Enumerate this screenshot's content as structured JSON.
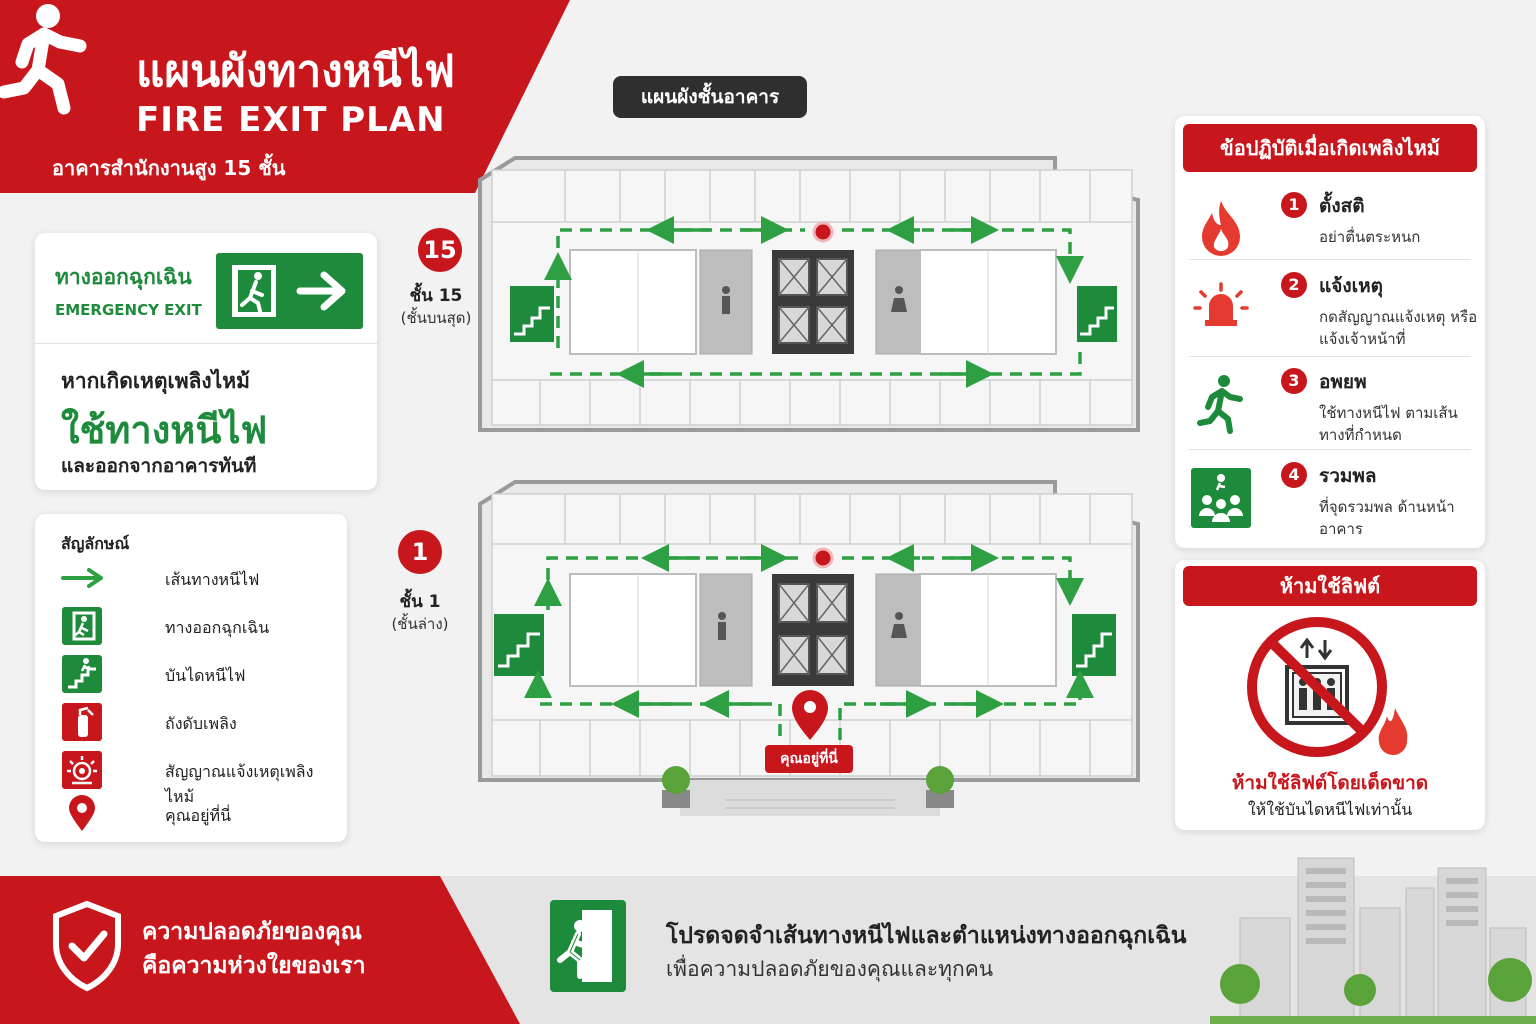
{
  "header": {
    "title_th": "แผนผังทางหนีไฟ",
    "title_en": "FIRE EXIT PLAN",
    "subtitle": "อาคารสำนักงานสูง 15 ชั้น"
  },
  "exit_card": {
    "label_th": "ทางออกฉุกเฉิน",
    "label_en": "EMERGENCY EXIT",
    "line1": "หากเกิดเหตุเพลิงไหม้",
    "line2": "ใช้ทางหนีไฟ",
    "line3": "และออกจากอาคารทันที"
  },
  "legend": {
    "title": "สัญลักษณ์",
    "items": [
      {
        "icon": "green-arrow-icon",
        "label": "เส้นทางหนีไฟ"
      },
      {
        "icon": "emergency-exit-icon",
        "label": "ทางออกฉุกเฉิน"
      },
      {
        "icon": "fire-stairs-icon",
        "label": "บันไดหนีไฟ"
      },
      {
        "icon": "fire-extinguisher-icon",
        "label": "ถังดับเพลิง"
      },
      {
        "icon": "fire-alarm-icon",
        "label": "สัญญาณแจ้งเหตุเพลิงไหม้"
      },
      {
        "icon": "location-pin-icon",
        "label": "คุณอยู่ที่นี่"
      }
    ]
  },
  "plan": {
    "tag": "แผนผังชั้นอาคาร",
    "floors": [
      {
        "badge": "15",
        "label": "ชั้น 15",
        "sub": "(ชั้นบนสุด)"
      },
      {
        "badge": "1",
        "label": "ชั้น 1",
        "sub": "(ชั้นล่าง)"
      }
    ],
    "you_are_here": "คุณอยู่ที่นี่"
  },
  "procedures": {
    "title": "ข้อปฏิบัติเมื่อเกิดเพลิงไหม้",
    "steps": [
      {
        "num": "1",
        "title": "ตั้งสติ",
        "desc": "อย่าตื่นตระหนก",
        "icon": "fire-icon"
      },
      {
        "num": "2",
        "title": "แจ้งเหตุ",
        "desc": "กดสัญญาณแจ้งเหตุ หรือแจ้งเจ้าหน้าที่",
        "icon": "alarm-bell-icon"
      },
      {
        "num": "3",
        "title": "อพยพ",
        "desc": "ใช้ทางหนีไฟ ตามเส้นทางที่กำหนด",
        "icon": "running-person-icon"
      },
      {
        "num": "4",
        "title": "รวมพล",
        "desc": "ที่จุดรวมพล ด้านหน้าอาคาร",
        "icon": "assembly-point-icon"
      }
    ]
  },
  "no_lift": {
    "title": "ห้ามใช้ลิฟต์",
    "line1": "ห้ามใช้ลิฟต์โดยเด็ดขาด",
    "line2": "ให้ใช้บันไดหนีไฟเท่านั้น"
  },
  "footer": {
    "left1": "ความปลอดภัยของคุณ",
    "left2": "คือความห่วงใยของเรา",
    "main1": "โปรดจดจำเส้นทางหนีไฟและตำแหน่งทางออกฉุกเฉิน",
    "main2": "เพื่อความปลอดภัยของคุณและทุกคน"
  },
  "colors": {
    "brand_red": "#c8161d",
    "exit_green": "#1e8a3b",
    "route_green": "#2ea043"
  }
}
